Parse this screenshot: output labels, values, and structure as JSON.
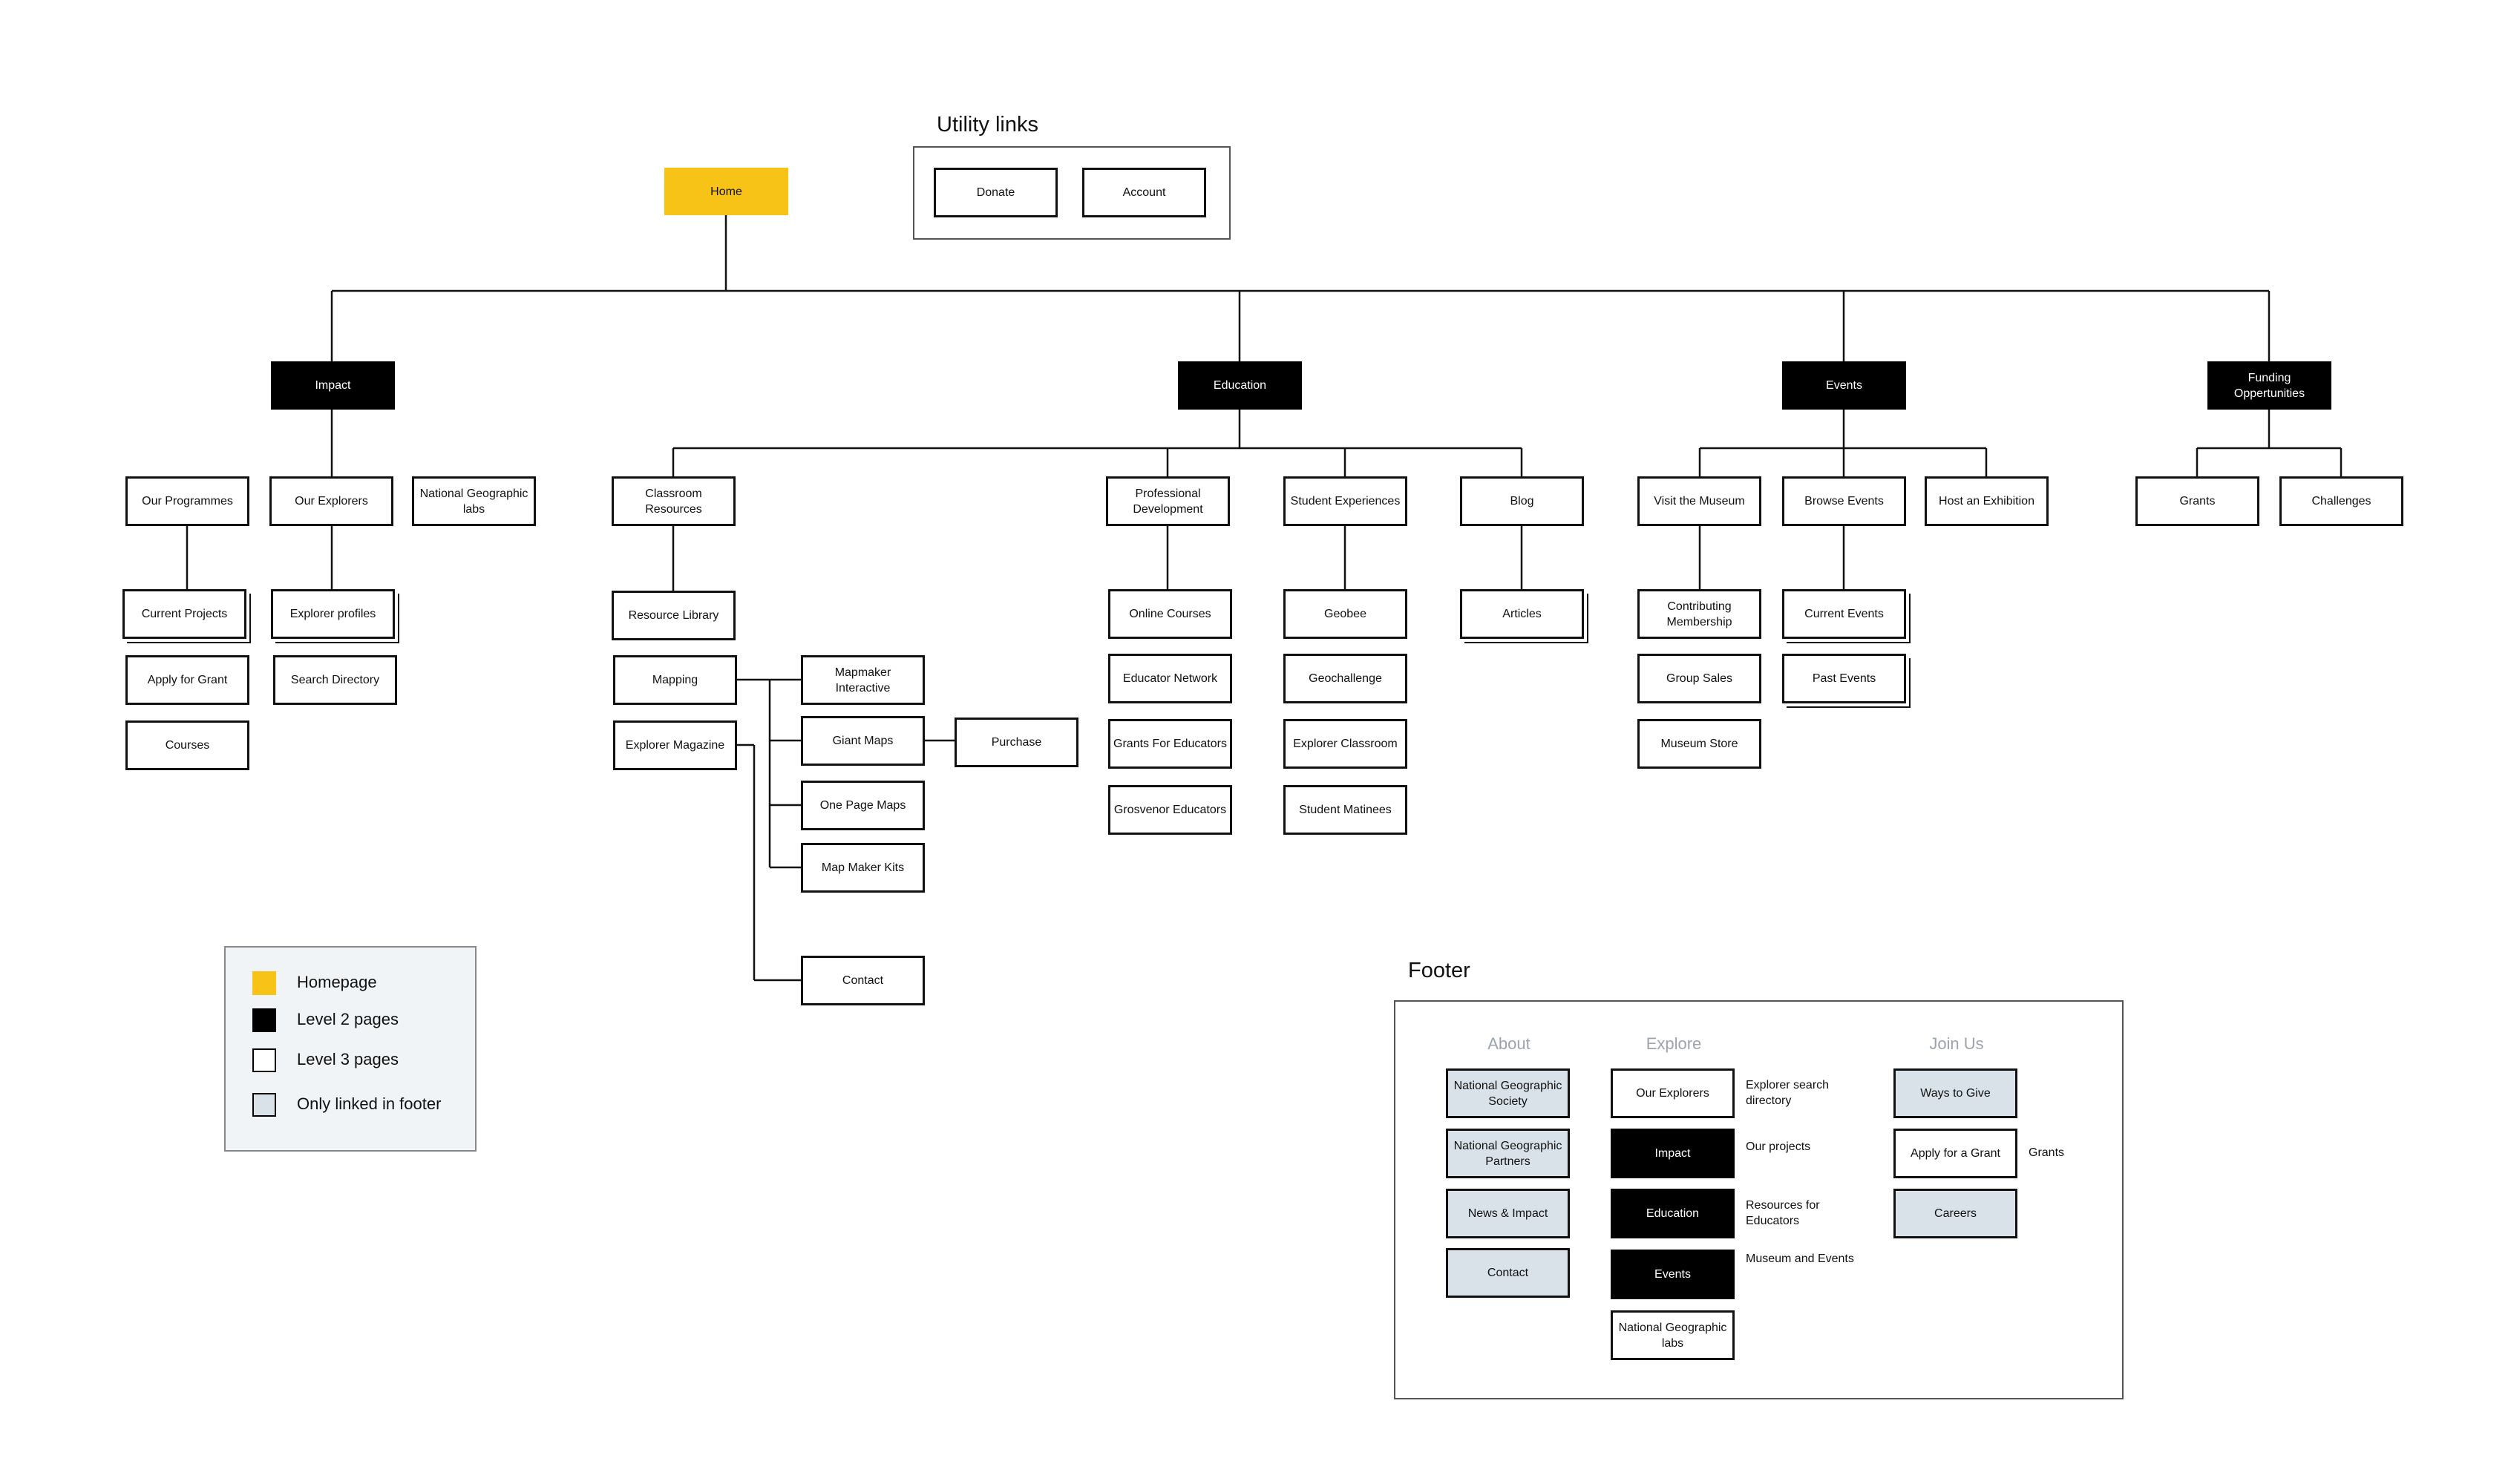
{
  "utility": {
    "title": "Utility links",
    "donate": "Donate",
    "account": "Account"
  },
  "home": "Home",
  "impact": {
    "label": "Impact",
    "our_programmes": "Our Programmes",
    "our_explorers": "Our Explorers",
    "ng_labs": "National Geographic labs",
    "current_projects": "Current Projects",
    "apply_for_grant": "Apply for Grant",
    "courses": "Courses",
    "explorer_profiles": "Explorer profiles",
    "search_directory": "Search Directory"
  },
  "education": {
    "label": "Education",
    "classroom_resources": "Classroom Resources",
    "resource_library": "Resource Library",
    "mapping": "Mapping",
    "explorer_magazine": "Explorer Magazine",
    "mapmaker_interactive": "Mapmaker Interactive",
    "giant_maps": "Giant Maps",
    "purchase": "Purchase",
    "one_page_maps": "One Page Maps",
    "map_maker_kits": "Map Maker Kits",
    "contact": "Contact",
    "professional_development": "Professional Development",
    "online_courses": "Online Courses",
    "educator_network": "Educator Network",
    "grants_for_educators": "Grants For Educators",
    "grosvenor_educators": "Grosvenor Educators",
    "student_experiences": "Student Experiences",
    "geobee": "Geobee",
    "geochallenge": "Geochallenge",
    "explorer_classroom": "Explorer Classroom",
    "student_matinees": "Student Matinees",
    "blog": "Blog",
    "articles": "Articles"
  },
  "events": {
    "label": "Events",
    "visit_museum": "Visit the Museum",
    "contributing_membership": "Contributing Membership",
    "group_sales": "Group Sales",
    "museum_store": "Museum Store",
    "browse_events": "Browse Events",
    "current_events": "Current Events",
    "past_events": "Past Events",
    "host_exhibition": "Host an Exhibition"
  },
  "funding": {
    "label": "Funding Oppertunities",
    "grants": "Grants",
    "challenges": "Challenges"
  },
  "legend": {
    "homepage": "Homepage",
    "level2": "Level 2 pages",
    "level3": "Level 3 pages",
    "footer_only": "Only linked in footer",
    "colors": {
      "home": "#f7c316",
      "level2": "#000000",
      "level3": "#ffffff",
      "footer": "#d8e2e8"
    }
  },
  "footer": {
    "title": "Footer",
    "about": {
      "heading": "About",
      "society": "National Geographic Society",
      "partners": "National Geographic Partners",
      "news": "News & Impact",
      "contact": "Contact"
    },
    "explore": {
      "heading": "Explore",
      "our_explorers": "Our Explorers",
      "our_explorers_note": "Explorer search directory",
      "impact": "Impact",
      "impact_note": "Our projects",
      "education": "Education",
      "education_note": "Resources for Educators",
      "events": "Events",
      "events_note": "Museum and Events",
      "labs": "National Geographic labs"
    },
    "join": {
      "heading": "Join Us",
      "ways_to_give": "Ways to Give",
      "apply_grant": "Apply for a Grant",
      "apply_grant_note": "Grants",
      "careers": "Careers"
    }
  }
}
